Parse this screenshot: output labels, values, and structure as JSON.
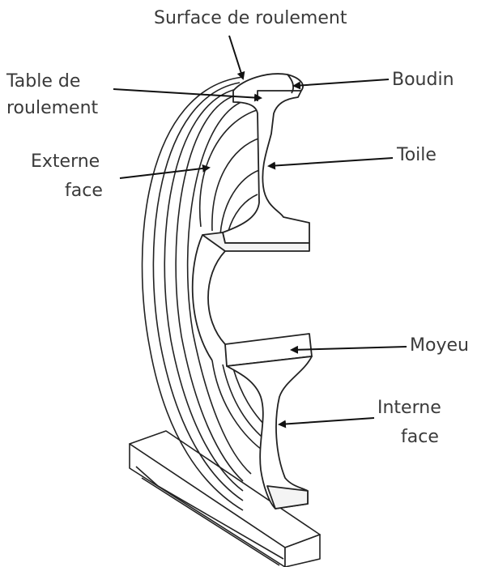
{
  "labels": {
    "surface": "Surface de roulement",
    "table_l1": "Table de",
    "table_l2": "roulement",
    "boudin": "Boudin",
    "externe_l1": "Externe",
    "externe_l2": "face",
    "toile": "Toile",
    "moyeu": "Moyeu",
    "interne_l1": "Interne",
    "interne_l2": "face"
  }
}
